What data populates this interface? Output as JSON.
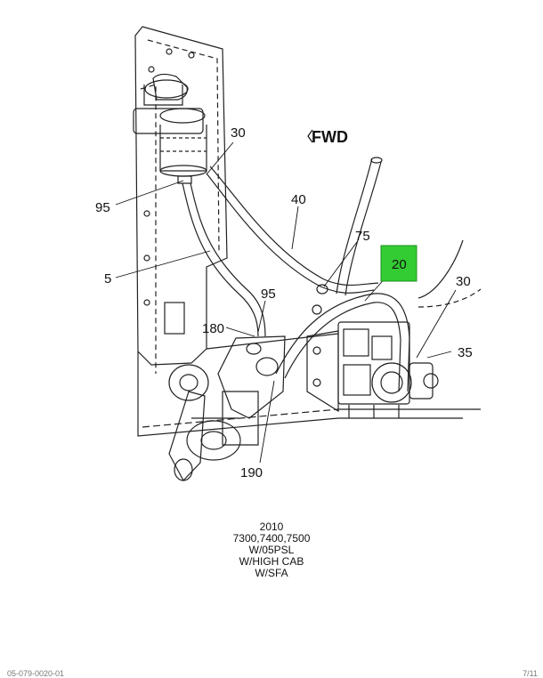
{
  "direction_label": "FWD",
  "callouts": {
    "c30_top": "30",
    "c95_left": "95",
    "c40": "40",
    "c75": "75",
    "c20": "20",
    "c5": "5",
    "c30_right": "30",
    "c95_mid": "95",
    "c180": "180",
    "c35": "35",
    "c190": "190"
  },
  "highlight_color": "#33cc33",
  "caption": [
    "2010",
    "7300,7400,7500",
    "W/05PSL",
    "W/HIGH CAB",
    "W/SFA"
  ],
  "footer": {
    "left": "05-079-0020-01",
    "right": "7/11"
  }
}
